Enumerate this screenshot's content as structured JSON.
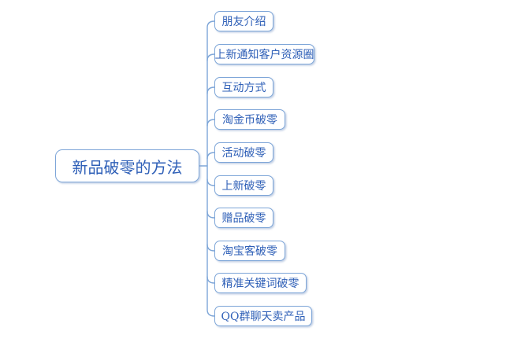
{
  "diagram": {
    "type": "mindmap",
    "root": {
      "label": "新品破零的方法"
    },
    "children": [
      {
        "label": "朋友介绍"
      },
      {
        "label": "上新通知客户资源圈"
      },
      {
        "label": "互动方式"
      },
      {
        "label": "淘金币破零"
      },
      {
        "label": "活动破零"
      },
      {
        "label": "上新破零"
      },
      {
        "label": "赠品破零"
      },
      {
        "label": "淘宝客破零"
      },
      {
        "label": "精准关键词破零"
      },
      {
        "label": "QQ群聊天卖产品"
      }
    ],
    "colors": {
      "node_border": "#7ea6d8",
      "connector_line": "#7ea6d8",
      "text": "#2e5fb7",
      "background": "#ffffff"
    }
  }
}
